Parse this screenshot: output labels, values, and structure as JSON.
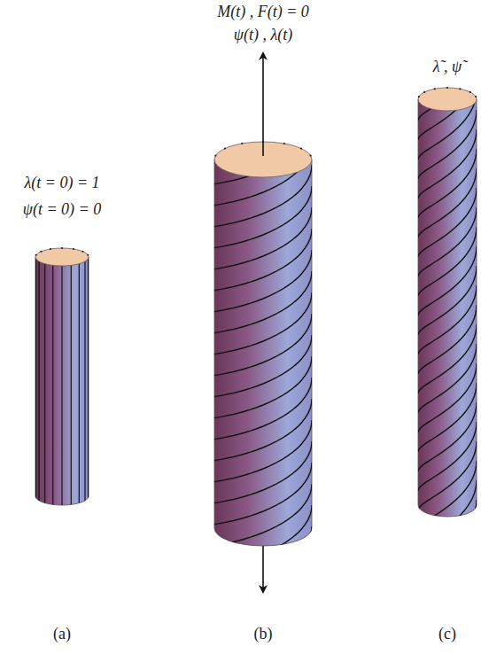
{
  "diagram": {
    "labels": [
      "λ(t = 0) = 1",
      "ψ(t = 0) = 0",
      "M(t) , F(t) = 0",
      "ψ(t) , λ(t)",
      "λ̃ , ψ̃",
      "(a)",
      "(b)",
      "(c)"
    ]
  }
}
